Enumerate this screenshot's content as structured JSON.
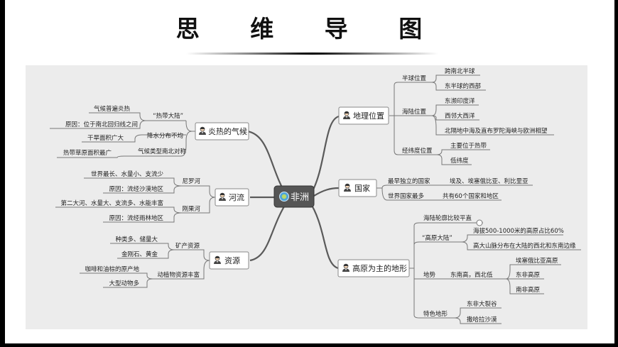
{
  "title": "思 维 导 图",
  "center": "非洲",
  "branches": {
    "climate": {
      "label": "炎热的气候",
      "tropical_mainland": "“热带大陆”",
      "universally_hot": "气候普遍炎热",
      "cause_latitude": "原因：位于南北回归线之间",
      "uneven_rain": "降水分布不均",
      "dry_area": "干旱面积广大",
      "zones_symmetric": "气候类型南北对称",
      "savanna_largest": "热带草原面积最广"
    },
    "rivers": {
      "label": "河流",
      "nile": "尼罗河",
      "nile_feature": "世界最长、水量小、支流少",
      "nile_cause": "原因：流经沙漠地区",
      "congo": "刚果河",
      "congo_feature": "第二大河、水量大、支流多、水能丰富",
      "congo_cause": "原因：流经雨林地区"
    },
    "resources": {
      "label": "资源",
      "mineral": "矿产资源",
      "mineral_variety": "种类多、储量大",
      "diamond_gold": "金刚石、黄金",
      "biological": "动植物资源丰富",
      "coffee_palm": "咖啡和油棕的原产地",
      "large_animals": "大型动物多"
    },
    "location": {
      "label": "地理位置",
      "hemisphere": "半球位置",
      "spans_ns": "跨南北半球",
      "east_west": "东半球的西部",
      "sea_land": "海陆位置",
      "indian_ocean": "东濒印度洋",
      "atlantic": "西邻大西洋",
      "mediterranean": "北隔地中海及直布罗陀海峡与欧洲相望",
      "latitude": "经纬度位置",
      "tropics": "主要位于热带",
      "low_lat": "低纬度"
    },
    "countries": {
      "label": "国家",
      "earliest_independent": "最早独立的国家",
      "earliest_list": "埃及、埃塞俄比亚、利比里亚",
      "most_countries": "世界国家最多",
      "count": "共有60个国家和地区"
    },
    "terrain": {
      "label": "高原为主的地形",
      "coastline": "海陆轮廓比较平直",
      "plateau_continent": "“高原大陆”",
      "plateau_share": "海拔500-1000米的高原占比60%",
      "mountains": "高大山脉分布在大陆的西北和东南边缘",
      "relief": "地势",
      "high_east": "东南高，西北低",
      "ethiopian_plateau": "埃塞俄比亚高原",
      "east_plateau": "东非高原",
      "south_plateau": "南非高原",
      "special": "特色地形",
      "rift_valley": "东非大裂谷",
      "sahara": "撒哈拉沙漠"
    }
  }
}
